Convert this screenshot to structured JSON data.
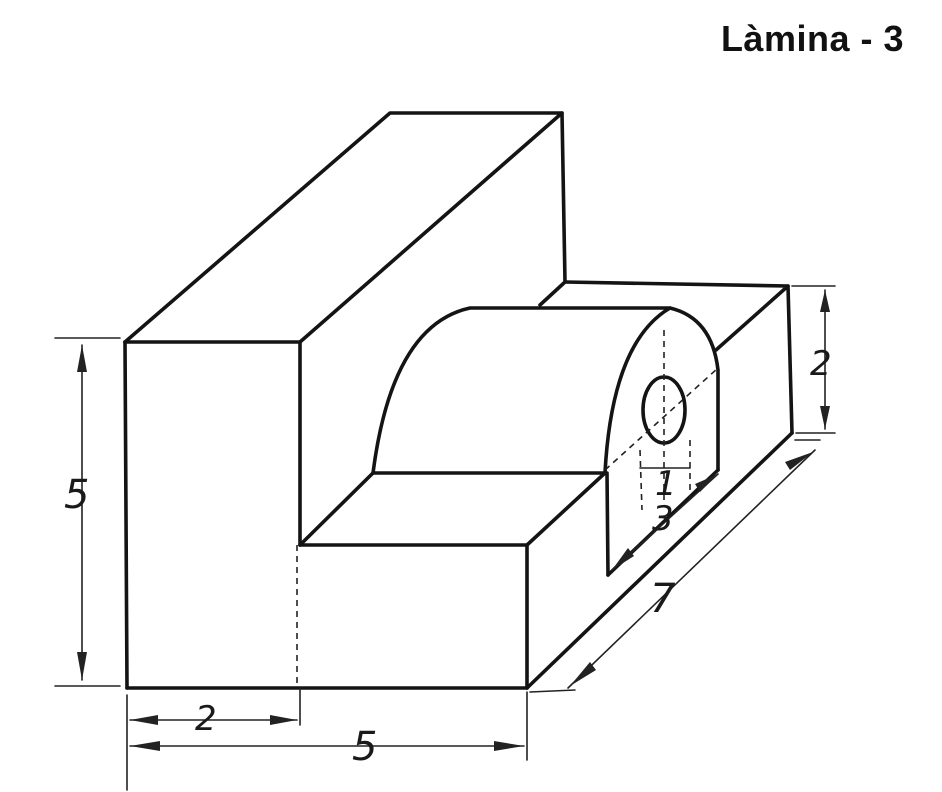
{
  "sheet": {
    "title": "Làmina - 3"
  },
  "dimensions": {
    "height_left": "5",
    "step_width": "2",
    "total_width": "5",
    "depth": "7",
    "base_height": "2",
    "arch_width": "3",
    "hole_diameter": "1"
  },
  "colors": {
    "ink": "#141414",
    "paper": "#ffffff"
  }
}
